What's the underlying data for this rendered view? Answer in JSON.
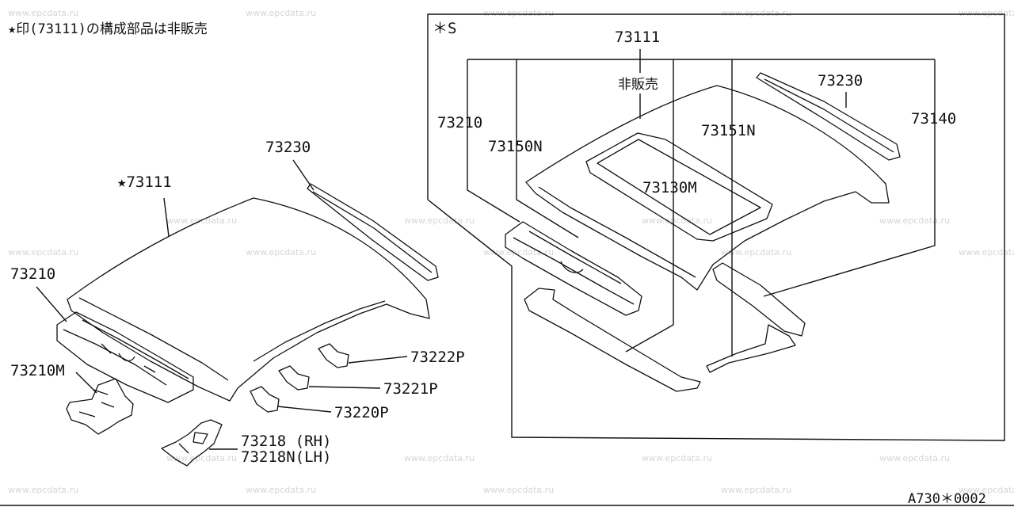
{
  "note": "★印(73111)の構成部品は非販売",
  "star_label": "★73111",
  "box_marker": "＊S",
  "drawing_code": "A730＊0002",
  "watermark": "www.epcdata.ru",
  "left_labels": {
    "p73230": "73230",
    "p73210": "73210",
    "p73210M": "73210M",
    "p73222P": "73222P",
    "p73221P": "73221P",
    "p73220P": "73220P",
    "p73218_rh": "73218 (RH)",
    "p73218N_lh": "73218N(LH)"
  },
  "right_labels": {
    "p73111": "73111",
    "not_sold": "非販売",
    "p73230": "73230",
    "p73140": "73140",
    "p73210": "73210",
    "p73150N": "73150N",
    "p73151N": "73151N",
    "p73130M": "73130M"
  }
}
